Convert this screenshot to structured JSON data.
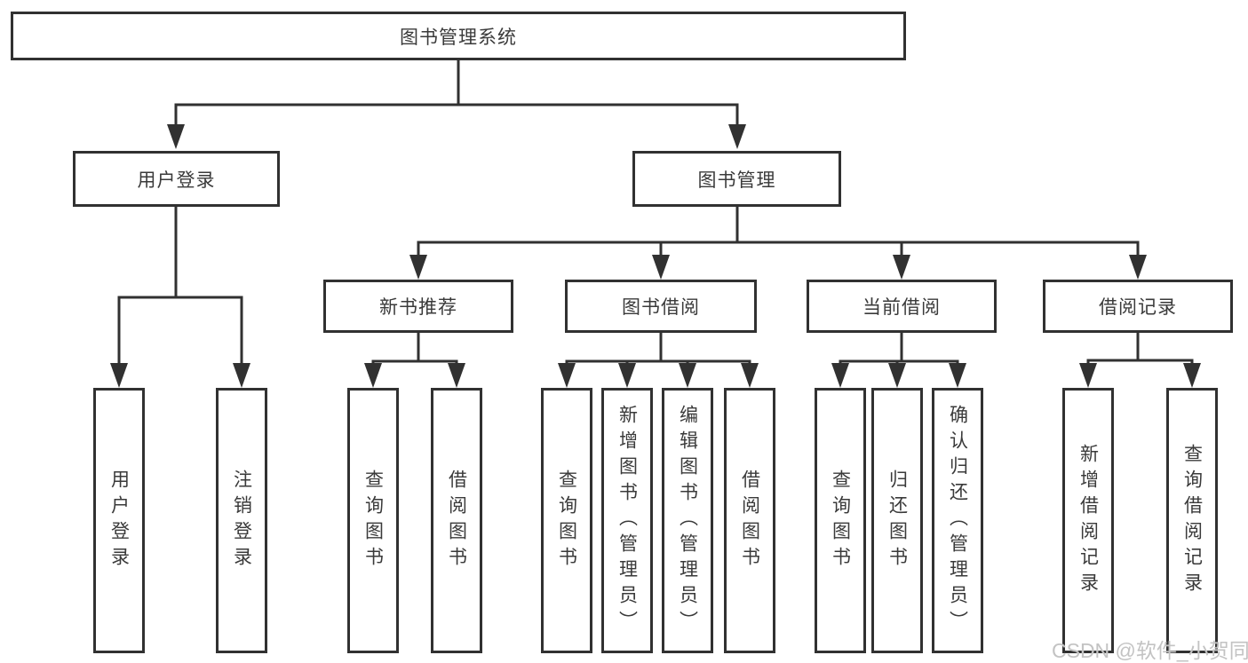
{
  "diagram": {
    "title": "图书管理系统",
    "root": {
      "label": "图书管理系统"
    },
    "level2": [
      {
        "label": "用户登录"
      },
      {
        "label": "图书管理"
      }
    ],
    "level3": [
      {
        "label": "新书推荐"
      },
      {
        "label": "图书借阅"
      },
      {
        "label": "当前借阅"
      },
      {
        "label": "借阅记录"
      }
    ],
    "leaves": {
      "user_login": [
        "用户登录",
        "注销登录"
      ],
      "new_books": [
        "查询图书",
        "借阅图书"
      ],
      "book_borrow": [
        "查询图书",
        "新增图书（管理员）",
        "编辑图书（管理员）",
        "借阅图书"
      ],
      "current_borrow": [
        "查询图书",
        "归还图书",
        "确认归还（管理员）"
      ],
      "borrow_records": [
        "新增借阅记录",
        "查询借阅记录"
      ]
    }
  },
  "watermark": "CSDN @软件_小贺同学",
  "colors": {
    "line": "#313131",
    "text": "#3a3a3a",
    "background": "#ffffff",
    "watermark": "#c3c3c3"
  }
}
